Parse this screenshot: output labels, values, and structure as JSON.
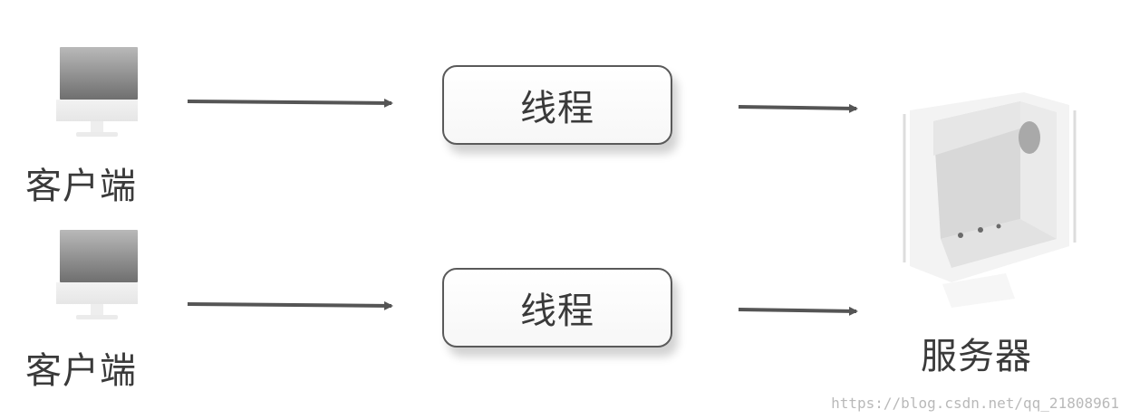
{
  "clients": [
    {
      "label": "客户端"
    },
    {
      "label": "客户端"
    }
  ],
  "threads": [
    {
      "label": "线程"
    },
    {
      "label": "线程"
    }
  ],
  "server": {
    "label": "服务器"
  },
  "watermark": "https://blog.csdn.net/qq_21808961",
  "colors": {
    "arrow": "#555555",
    "box_border": "#5a5a5a",
    "text": "#3a3a3a",
    "monitor_screen": "#8f8f8f"
  },
  "icons": {
    "client": "monitor-icon",
    "server": "server-tower-icon"
  }
}
